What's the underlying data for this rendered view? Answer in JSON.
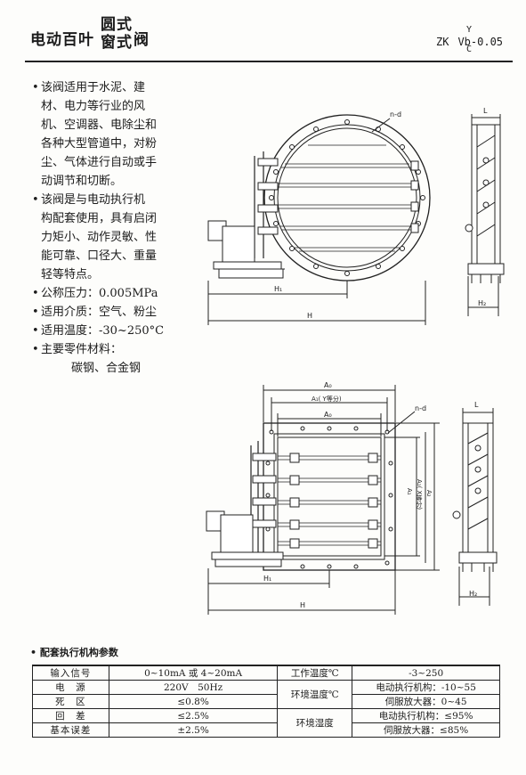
{
  "header": {
    "title_main": "电动百叶",
    "title_top": "圆式",
    "title_bottom": "窗式",
    "title_end": "阀",
    "model_prefix": "ZK",
    "model_sup": "Y",
    "model_sub": "C",
    "model_suffix": "Vb-0.05"
  },
  "features": [
    {
      "first": "该阀适用于水泥、建",
      "rest": [
        "材、电力等行业的风",
        "机、空调器、电除尘和",
        "各种大型管道中，对粉",
        "尘、气体进行自动或手",
        "动调节和切断。"
      ]
    },
    {
      "first": "该阀是与电动执行机",
      "rest": [
        "构配套使用，具有启闭",
        "力矩小、动作灵敏、性",
        "能可靠、口径大、重量",
        "轻等特点。"
      ]
    },
    {
      "first": "公称压力：0.005MPa",
      "rest": []
    },
    {
      "first": "适用介质：空气、粉尘",
      "rest": []
    },
    {
      "first": "适用温度：-30~250°C",
      "rest": []
    },
    {
      "first": "主要零件材料：",
      "rest": []
    }
  ],
  "materials": "碳钢、合金钢",
  "drawing_labels": {
    "nd": "n-d",
    "L": "L",
    "H1": "H₁",
    "H": "H",
    "H2": "H₂",
    "A0": "A₀",
    "A1Y": "A₁( Y等分)",
    "A": "A₀",
    "A1": "A₁",
    "A2": "A₂",
    "A1X": "A₁( X等分)"
  },
  "table": {
    "title": "配套执行机构参数",
    "rows": [
      [
        "输入信号",
        "0~10mA 或 4~20mA",
        "工作温度℃",
        "-3~250"
      ],
      [
        "电　源",
        "220V　50Hz",
        "环境温度℃",
        "电动执行机构：-10~55"
      ],
      [
        "死　区",
        "≤0.8%",
        "",
        "伺服放大器：0~45"
      ],
      [
        "回　差",
        "≤2.5%",
        "环境湿度",
        "电动执行机构：≤95%"
      ],
      [
        "基本误差",
        "±2.5%",
        "",
        "伺服放大器：≤85%"
      ]
    ]
  }
}
